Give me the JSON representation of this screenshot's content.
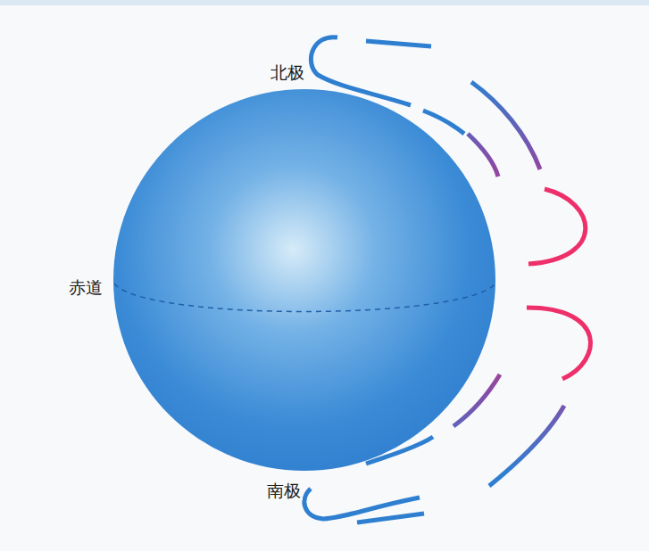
{
  "diagram": {
    "labels": [
      "北极",
      "赤道",
      "南极"
    ]
  }
}
